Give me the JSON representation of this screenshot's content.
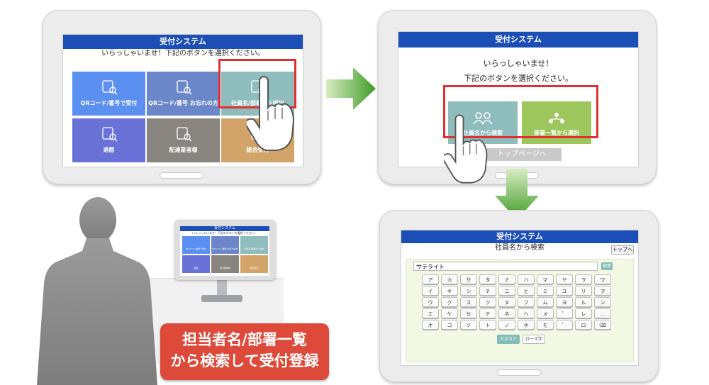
{
  "tablet1": {
    "title": "受付システム",
    "greeting": "いらっしゃいませ！下記のボタンを選択ください。",
    "tiles": [
      {
        "label": "QRコード/番号で受付",
        "icon": "qr-search-icon",
        "color": "#5b8ff0"
      },
      {
        "label": "QRコード/番号 お忘れの方",
        "icon": "qr-forgot-icon",
        "color": "#6b86c9"
      },
      {
        "label": "社員名/部署から呼出",
        "icon": "person-list-icon",
        "color": "#8fbcbc"
      },
      {
        "label": "退館",
        "icon": "exit-door-icon",
        "color": "#6a72d8"
      },
      {
        "label": "配達業者様",
        "icon": "delivery-icon",
        "color": "#888480"
      },
      {
        "label": "総合受付",
        "icon": "reception-icon",
        "color": "#d3a46a"
      }
    ]
  },
  "tablet2": {
    "title": "受付システム",
    "greeting1": "いらっしゃいませ！",
    "greeting2": "下記のボタンを選択ください。",
    "btn_search": "社員名から検索",
    "btn_dept": "部署一覧から選択",
    "btn_top": "トップページへ",
    "colors": {
      "search": "#8fbcbc",
      "dept": "#9dc65c"
    }
  },
  "tablet3": {
    "title": "受付システム",
    "subtitle": "社員名から検索",
    "top_btn": "トップへ",
    "search_value": "サテライト",
    "search_btn": "検索",
    "keys": [
      [
        "ア",
        "カ",
        "サ",
        "タ",
        "ナ",
        "ハ",
        "マ",
        "ヤ",
        "ラ",
        "ワ"
      ],
      [
        "イ",
        "キ",
        "シ",
        "チ",
        "ニ",
        "ヒ",
        "ミ",
        "ユ",
        "リ",
        "ヲ"
      ],
      [
        "ウ",
        "ク",
        "ス",
        "ツ",
        "ヌ",
        "フ",
        "ム",
        "ヨ",
        "ル",
        "ン"
      ],
      [
        "エ",
        "ケ",
        "セ",
        "テ",
        "ネ",
        "ヘ",
        "メ",
        "゛",
        "レ",
        "…"
      ],
      [
        "オ",
        "コ",
        "ソ",
        "ト",
        "ノ",
        "ホ",
        "モ",
        "゜",
        "ロ",
        "⌫"
      ]
    ],
    "mode_katakana": "カタカナ",
    "mode_romaji": "ローマ字"
  },
  "kiosk": {
    "title": "受付システム",
    "greeting": "いらっしゃいませ！下記のボタンを選択ください。",
    "tiles": [
      {
        "label": "QRコード/番号で受付",
        "color": "#5b8ff0"
      },
      {
        "label": "QRコード/番号 お忘れの方",
        "color": "#6b86c9"
      },
      {
        "label": "社員名/部署から呼出",
        "color": "#8fbcbc"
      },
      {
        "label": "退館",
        "color": "#6a72d8"
      },
      {
        "label": "配達業者様",
        "color": "#888480"
      },
      {
        "label": "総合受付",
        "color": "#d3a46a"
      }
    ]
  },
  "banner": {
    "line1": "担当者名/部署一覧",
    "line2": "から検索して受付登録",
    "color": "#dd4a3a"
  }
}
